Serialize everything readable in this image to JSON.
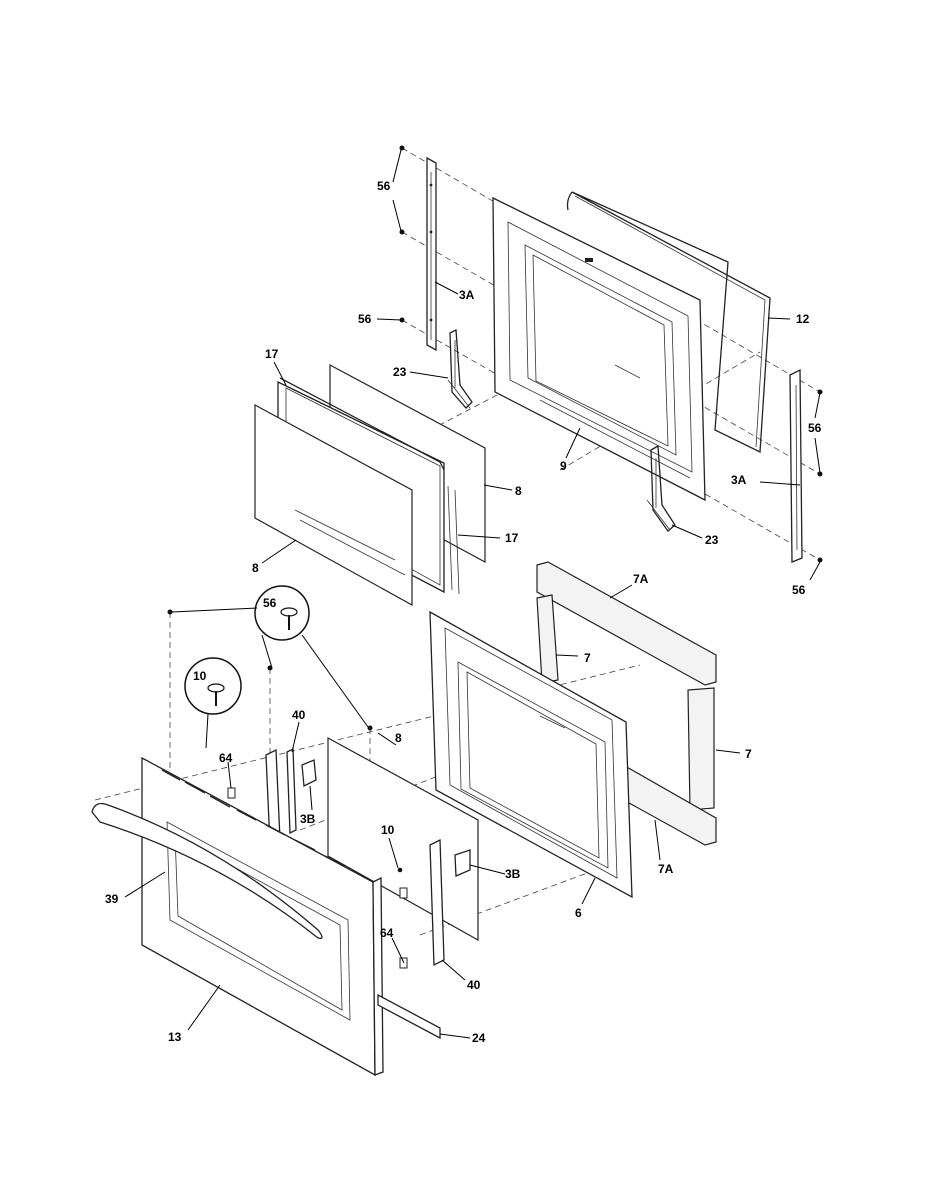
{
  "callouts": [
    {
      "id": "c56a",
      "text": "56"
    },
    {
      "id": "c3a-top",
      "text": "3A"
    },
    {
      "id": "c56b",
      "text": "56"
    },
    {
      "id": "c12",
      "text": "12"
    },
    {
      "id": "c17a",
      "text": "17"
    },
    {
      "id": "c23a",
      "text": "23"
    },
    {
      "id": "c56c",
      "text": "56"
    },
    {
      "id": "c9",
      "text": "9"
    },
    {
      "id": "c3a-right",
      "text": "3A"
    },
    {
      "id": "c8a",
      "text": "8"
    },
    {
      "id": "c17b",
      "text": "17"
    },
    {
      "id": "c23b",
      "text": "23"
    },
    {
      "id": "c8b",
      "text": "8"
    },
    {
      "id": "c56d",
      "text": "56"
    },
    {
      "id": "c7a-top",
      "text": "7A"
    },
    {
      "id": "c56e",
      "text": "56"
    },
    {
      "id": "c7a",
      "text": "7"
    },
    {
      "id": "c10a",
      "text": "10"
    },
    {
      "id": "c40a",
      "text": "40"
    },
    {
      "id": "c8c",
      "text": "8"
    },
    {
      "id": "c64a",
      "text": "64"
    },
    {
      "id": "c7b",
      "text": "7"
    },
    {
      "id": "c3ba",
      "text": "3B"
    },
    {
      "id": "c10b",
      "text": "10"
    },
    {
      "id": "c7a-bot",
      "text": "7A"
    },
    {
      "id": "c3bb",
      "text": "3B"
    },
    {
      "id": "c39",
      "text": "39"
    },
    {
      "id": "c6",
      "text": "6"
    },
    {
      "id": "c64b",
      "text": "64"
    },
    {
      "id": "c40b",
      "text": "40"
    },
    {
      "id": "c13",
      "text": "13"
    },
    {
      "id": "c24",
      "text": "24"
    }
  ]
}
